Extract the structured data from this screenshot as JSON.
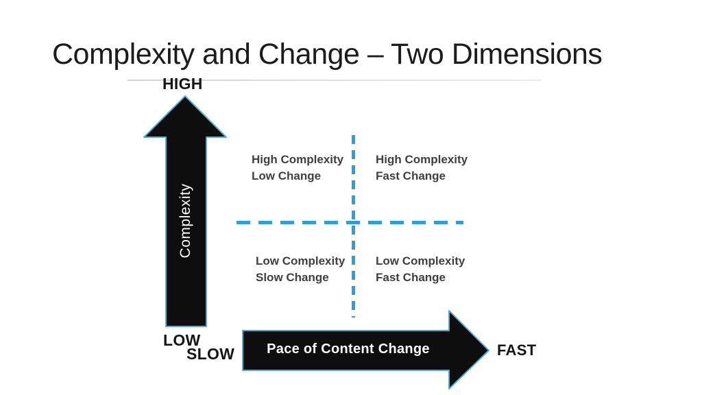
{
  "slide": {
    "title": "Complexity and Change – Two Dimensions"
  },
  "diagram": {
    "y_axis": {
      "label": "Complexity",
      "high_label": "HIGH",
      "low_label": "LOW"
    },
    "x_axis": {
      "label": "Pace of Content Change",
      "slow_label": "SLOW",
      "fast_label": "FAST"
    },
    "quadrants": [
      {
        "position": "top-left",
        "line1": "High Complexity",
        "line2": "Low Change"
      },
      {
        "position": "top-right",
        "line1": "High Complexity",
        "line2": "Fast Change"
      },
      {
        "position": "bottom-left",
        "line1": "Low Complexity",
        "line2": "Slow Change"
      },
      {
        "position": "bottom-right",
        "line1": "Low Complexity",
        "line2": "Fast Change"
      }
    ],
    "colors": {
      "arrow_fill": "#0e0e0e",
      "arrow_outline": "#55acce",
      "dashed_line": "#2e9fd6",
      "quadrant_text": "#3f3f3f",
      "axis_text": "#161616",
      "arrow_text": "#ffffff",
      "title_text": "#1c1c1c"
    }
  }
}
